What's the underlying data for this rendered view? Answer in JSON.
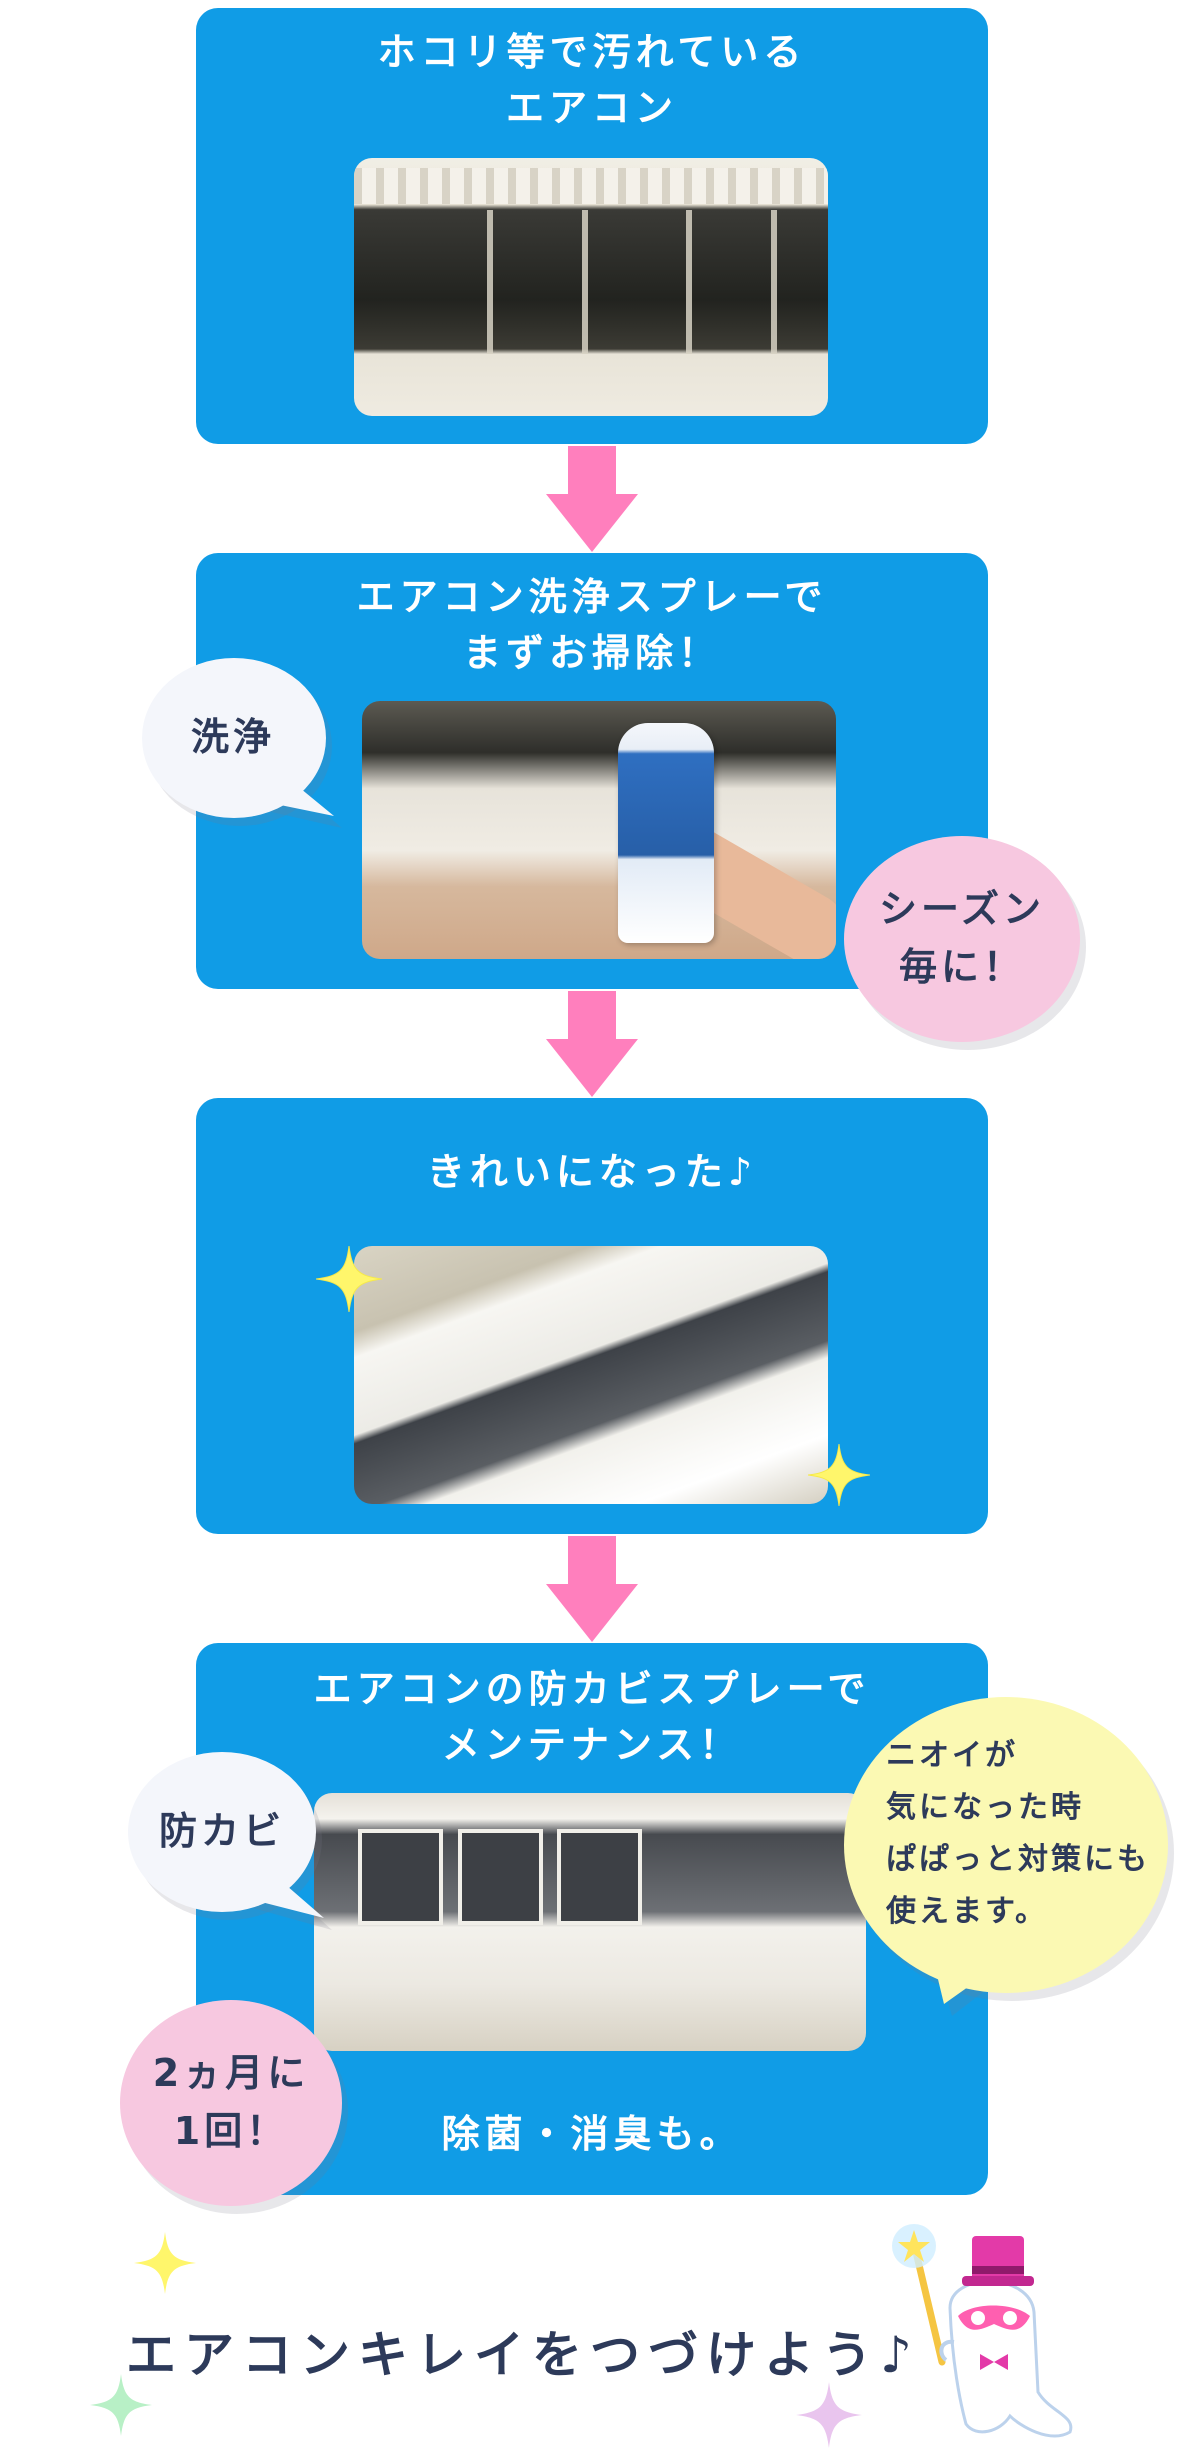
{
  "colors": {
    "box_blue": "#109ce6",
    "arrow_pink": "#ff7fbd",
    "bubble_pink": "#f7c8e0",
    "bubble_white": "#f4f6fb",
    "bubble_yellow": "#fbf9b3",
    "text_navy": "#2d3a5a"
  },
  "steps": [
    {
      "title_lines": [
        "ホコリ等で汚れている",
        "エアコン"
      ]
    },
    {
      "title_lines": [
        "エアコン洗浄スプレーで",
        "まずお掃除！"
      ],
      "badge": "洗浄",
      "frequency_lines": [
        "シーズン",
        "毎に！"
      ]
    },
    {
      "title_lines": [
        "きれいになった♪"
      ]
    },
    {
      "title_lines": [
        "エアコンの防カビスプレーで",
        "メンテナンス！"
      ],
      "badge": "防カビ",
      "frequency_lines": [
        "2ヵ月に",
        "1回！"
      ],
      "note_lines": [
        "ニオイが",
        "気になった時",
        "ぱぱっと対策にも",
        "使えます。"
      ],
      "footer": "除菌・消臭も。"
    }
  ],
  "tagline": "エアコンキレイをつづけよう♪",
  "icons": {
    "arrow": "down-arrow-icon",
    "sparkle": "sparkle-icon",
    "mascot": "ghost-mascot-icon"
  }
}
